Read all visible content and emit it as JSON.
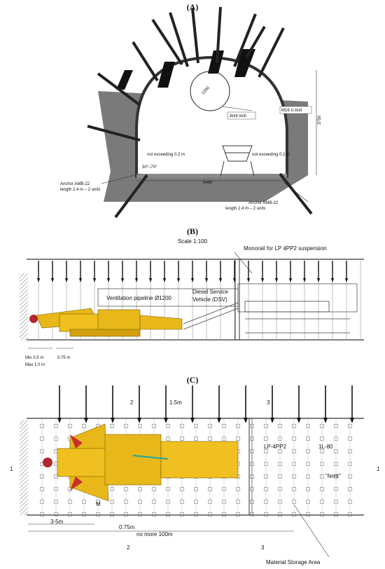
{
  "panels": {
    "a": {
      "label": "(A)",
      "joint_lock": "Joint lock",
      "u_bolt": "M16 U-bolt",
      "not_exceed_left": "not exceeding 0.2 m",
      "not_exceed_right": "not exceeding 0.2 m",
      "angle": "30°–70°",
      "anchor_left": [
        "Anchor AMB-22",
        "length 2.4 m – 2 units"
      ],
      "anchor_right": [
        "Anchor AMB-22",
        "length 2.4 m – 2 units"
      ]
    },
    "b": {
      "label": "(B)",
      "scale": "Scale 1:100",
      "monorail": "Monorail for LP 4PP2 suspension",
      "vent": "Ventilation pipeline Ø1200",
      "dsv_line1": "Diesel Service",
      "dsv_line2": "Vehicle (DSV)",
      "min": "Min 0.5 m",
      "max": "Max 1.0 m",
      "spacing": "0.75 m"
    },
    "c": {
      "label": "(C)",
      "sec2": "2",
      "sec3": "3",
      "spacing": "1.5m",
      "lp": "LP-4PP2",
      "il": "1L-80",
      "ferrit": "\"ferrit\"",
      "m": "M",
      "dist1": "3-5m",
      "dist2": "0.75m",
      "no_more": "no more 100m",
      "storage": "Material Storage Area",
      "side1": "1",
      "side1r": "1",
      "sec2b": "2",
      "sec3b": "3"
    }
  }
}
